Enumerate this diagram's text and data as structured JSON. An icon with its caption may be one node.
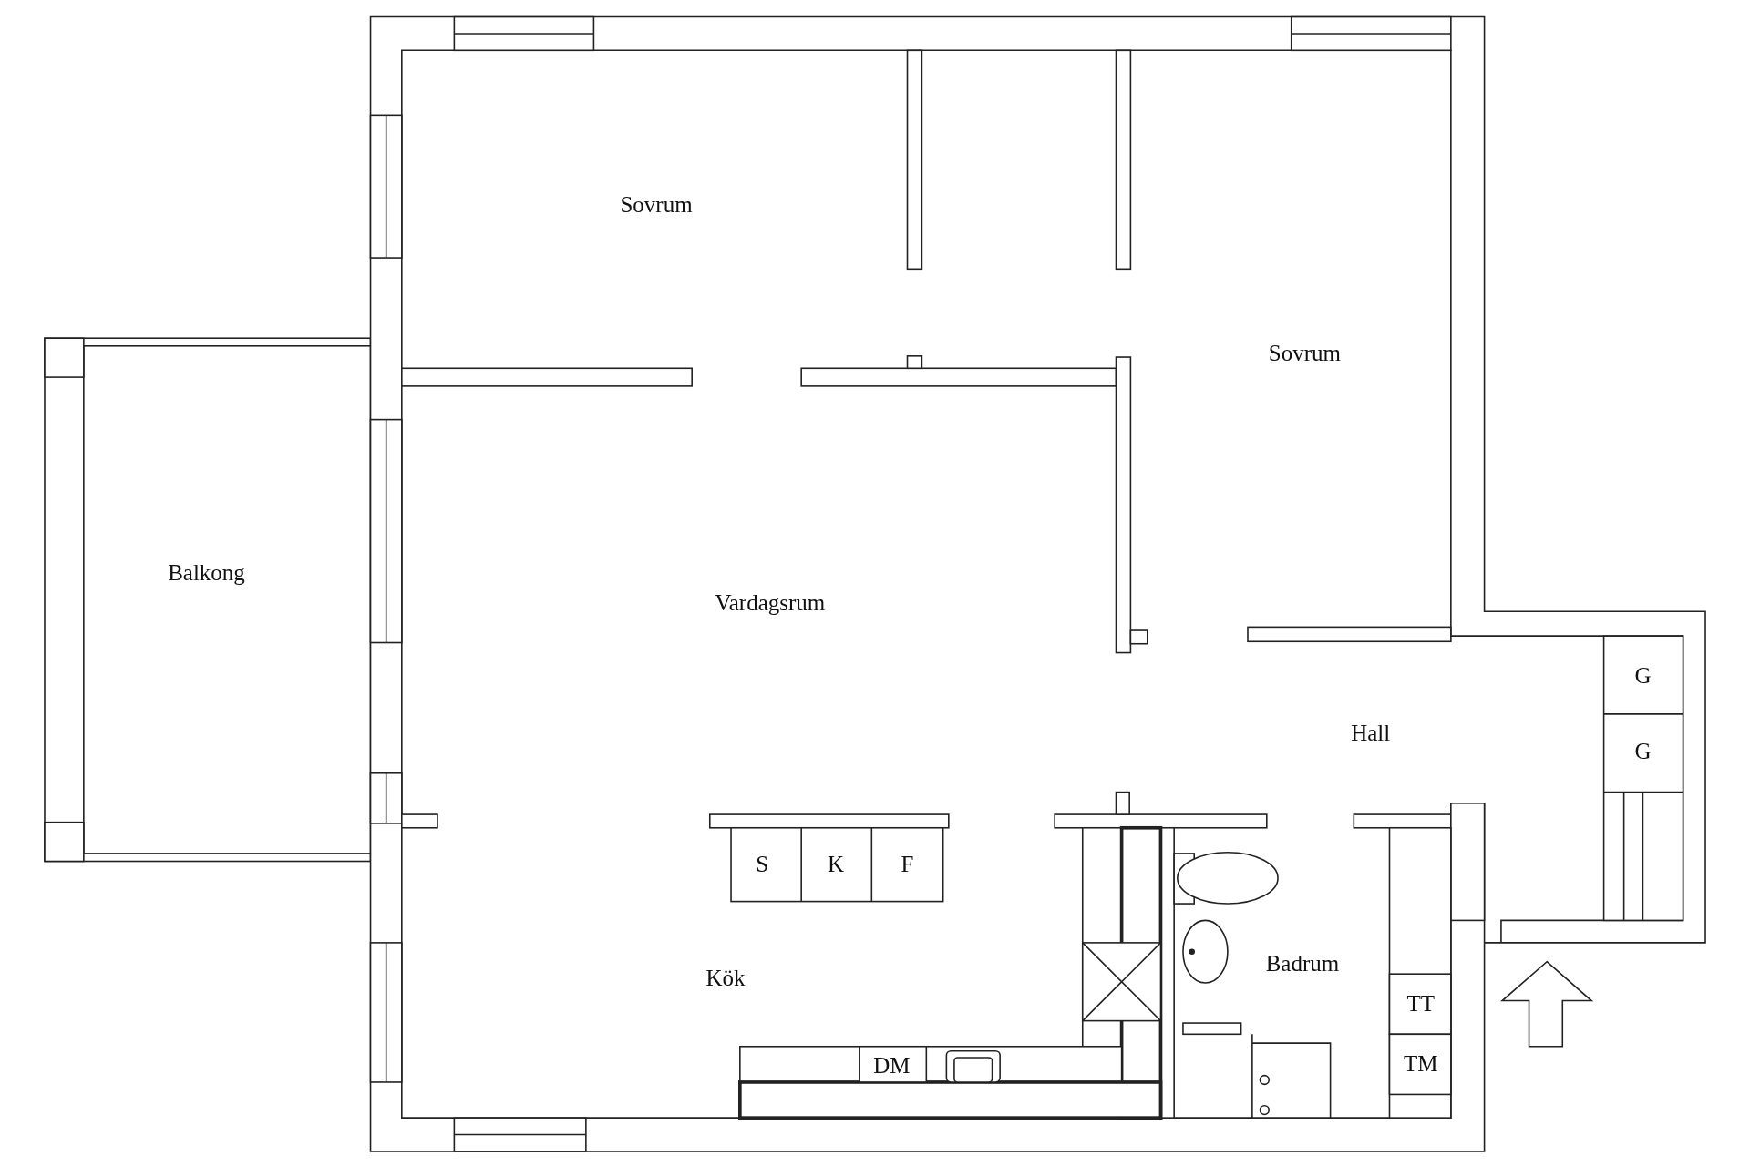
{
  "diagram": {
    "labels": [
      "Sovrum",
      "Sovrum",
      "Balkong",
      "Vardagsrum",
      "G",
      "Hall",
      "G",
      "S",
      "K",
      "F",
      "Kök",
      "Badrum",
      "TT",
      "DM",
      "TM"
    ]
  }
}
